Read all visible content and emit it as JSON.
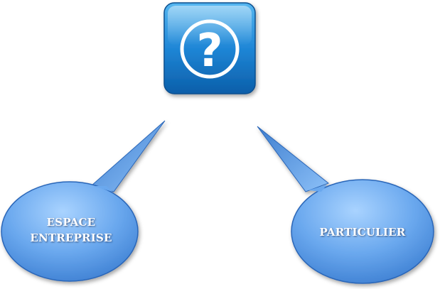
{
  "center_icon": {
    "icon": "question-mark-icon",
    "glyph": "?",
    "color_top": "#4fb0ee",
    "color_bottom": "#0a5fa8",
    "glyph_color": "#ffffff"
  },
  "bubbles": [
    {
      "label_lines": [
        "ESPACE",
        "ENTREPRISE"
      ],
      "color": "#5a9ee8",
      "edge_color": "#2a66b8"
    },
    {
      "label_lines": [
        "PARTICULIER"
      ],
      "color": "#5a9ee8",
      "edge_color": "#2a66b8"
    }
  ]
}
